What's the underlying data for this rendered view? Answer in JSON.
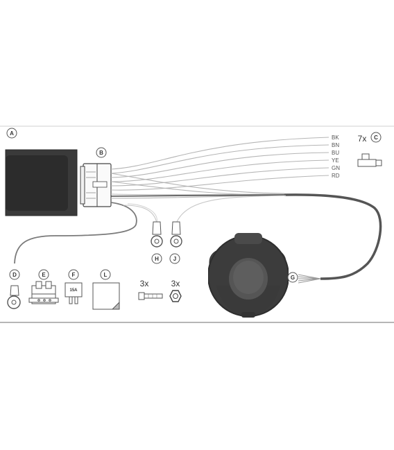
{
  "callouts": {
    "a": "A",
    "b": "B",
    "c": "C",
    "d": "D",
    "e": "E",
    "f": "F",
    "g": "G",
    "h": "H",
    "j": "J",
    "l": "L"
  },
  "wire_colors": [
    "BK",
    "BN",
    "BU",
    "YE",
    "GN",
    "RD"
  ],
  "quantities": {
    "connector_c": "7x",
    "screws": "3x",
    "nuts": "3x"
  },
  "fuse_rating": "15A",
  "colors": {
    "module": "#3c3c3c",
    "cable": "#5a5a5a",
    "socket": "#4a4a4a",
    "wire": "#bdbdbd",
    "outline": "#777777"
  }
}
